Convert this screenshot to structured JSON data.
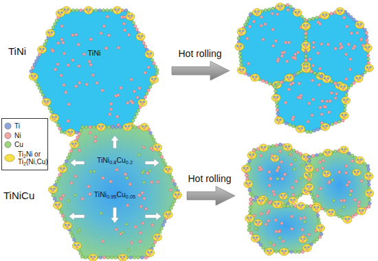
{
  "diagram": {
    "nodes": [
      {
        "text": [
          "TiNi"
        ]
      },
      {
        "text": [
          "TiNi0.8Cu0.2",
          "TiNi0.95Cu0.05"
        ]
      }
    ],
    "labels": [
      "TiNi",
      "Hot rolling",
      "TiNiCu",
      "Hot rolling"
    ],
    "legend": [
      {
        "text": "Ti",
        "color": "#8fa6dc"
      },
      {
        "text": "Ni",
        "color": "#f2a7a7"
      },
      {
        "text": "Cu",
        "color": "#9ed67f"
      },
      {
        "text": "Ti2Ni or Ti2(Ni,Cu)",
        "color": "#f4e04d"
      }
    ]
  }
}
